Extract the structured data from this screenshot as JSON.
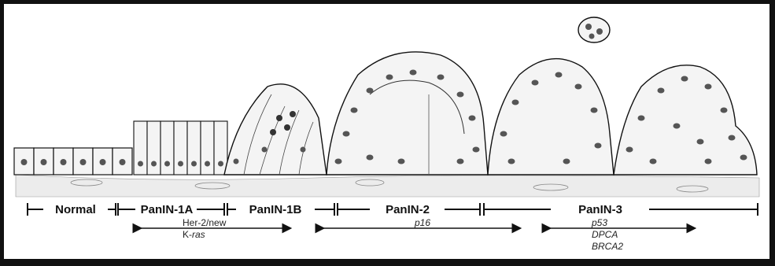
{
  "stages": [
    {
      "key": "normal",
      "label": "Normal"
    },
    {
      "key": "panin1a",
      "label": "PanIN-1A"
    },
    {
      "key": "panin1b",
      "label": "PanIN-1B"
    },
    {
      "key": "panin2",
      "label": "PanIN-2"
    },
    {
      "key": "panin3",
      "label": "PanIN-3"
    }
  ],
  "genes": {
    "her2": "Her-2/new",
    "kras_prefix": "K-",
    "kras_italic": "ras",
    "p16": "p16",
    "p53": "p53",
    "dpca": "DPCA",
    "brca2": "BRCA2"
  },
  "colors": {
    "ink": "#111111",
    "cell_fill": "#f4f4f4",
    "nucleus": "#555555",
    "stroma": "#e6e6e6"
  }
}
